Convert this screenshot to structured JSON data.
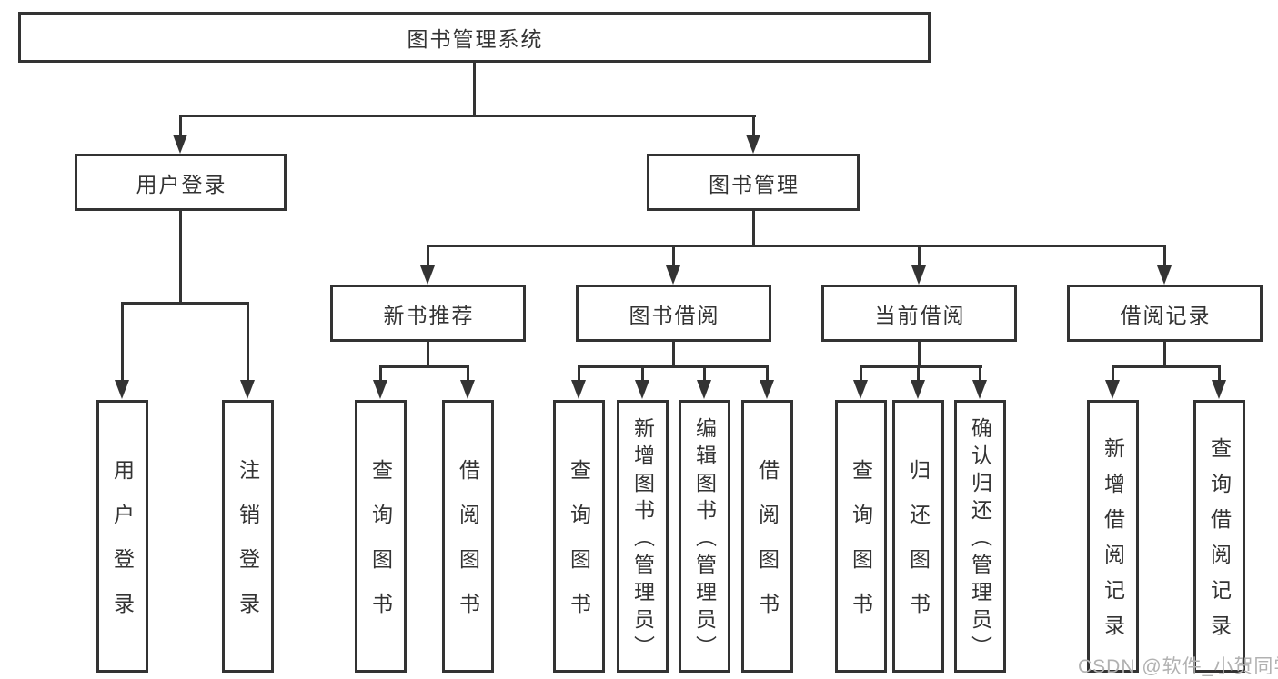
{
  "tree": {
    "label": "图书管理系统",
    "children": [
      {
        "label": "用户登录",
        "children": [
          {
            "label": "用户登录"
          },
          {
            "label": "注销登录"
          }
        ]
      },
      {
        "label": "图书管理",
        "children": [
          {
            "label": "新书推荐",
            "children": [
              {
                "label": "查询图书"
              },
              {
                "label": "借阅图书"
              }
            ]
          },
          {
            "label": "图书借阅",
            "children": [
              {
                "label": "查询图书"
              },
              {
                "label": "新增图书（管理员）"
              },
              {
                "label": "编辑图书（管理员）"
              },
              {
                "label": "借阅图书"
              }
            ]
          },
          {
            "label": "当前借阅",
            "children": [
              {
                "label": "查询图书"
              },
              {
                "label": "归还图书"
              },
              {
                "label": "确认归还（管理员）"
              }
            ]
          },
          {
            "label": "借阅记录",
            "children": [
              {
                "label": "新增借阅记录"
              },
              {
                "label": "查询借阅记录"
              }
            ]
          }
        ]
      }
    ]
  },
  "watermark": {
    "text": "CSDN @软件_小贺同学"
  },
  "colors": {
    "line": "#333333",
    "text": "#333333",
    "background": "#ffffff",
    "watermark": "#b1b1b1"
  }
}
